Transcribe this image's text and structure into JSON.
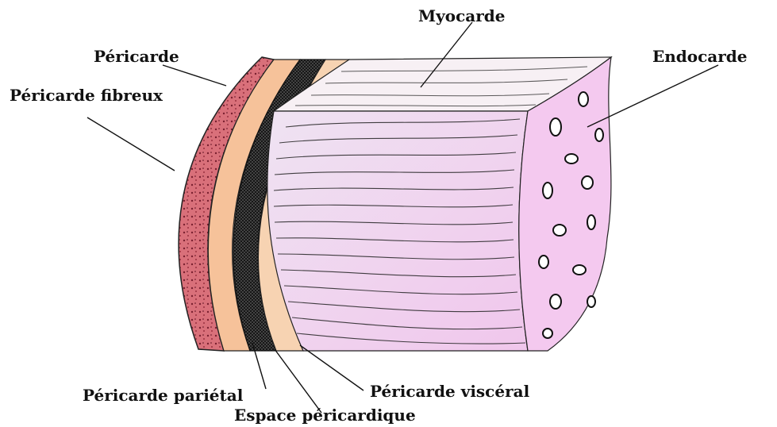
{
  "diagram": {
    "labels": {
      "myocarde": "Myocarde",
      "endocarde": "Endocarde",
      "pericarde": "Péricarde",
      "pericarde_fibreux": "Péricarde fibreux",
      "pericarde_parietal": "Péricarde pariétal",
      "pericarde_visceral": "Péricarde viscéral",
      "espace_pericardique": "Espace péricardique"
    },
    "colors": {
      "fibrous_pericardium": "#d9707a",
      "parietal_pericardium": "#f6c29a",
      "pericardial_space": "#2a2a2a",
      "visceral_pericardium": "#f7d3b2",
      "myocardium": "#f0d2ee",
      "endocardium": "#f4c9ef",
      "ink": "#111111"
    }
  }
}
